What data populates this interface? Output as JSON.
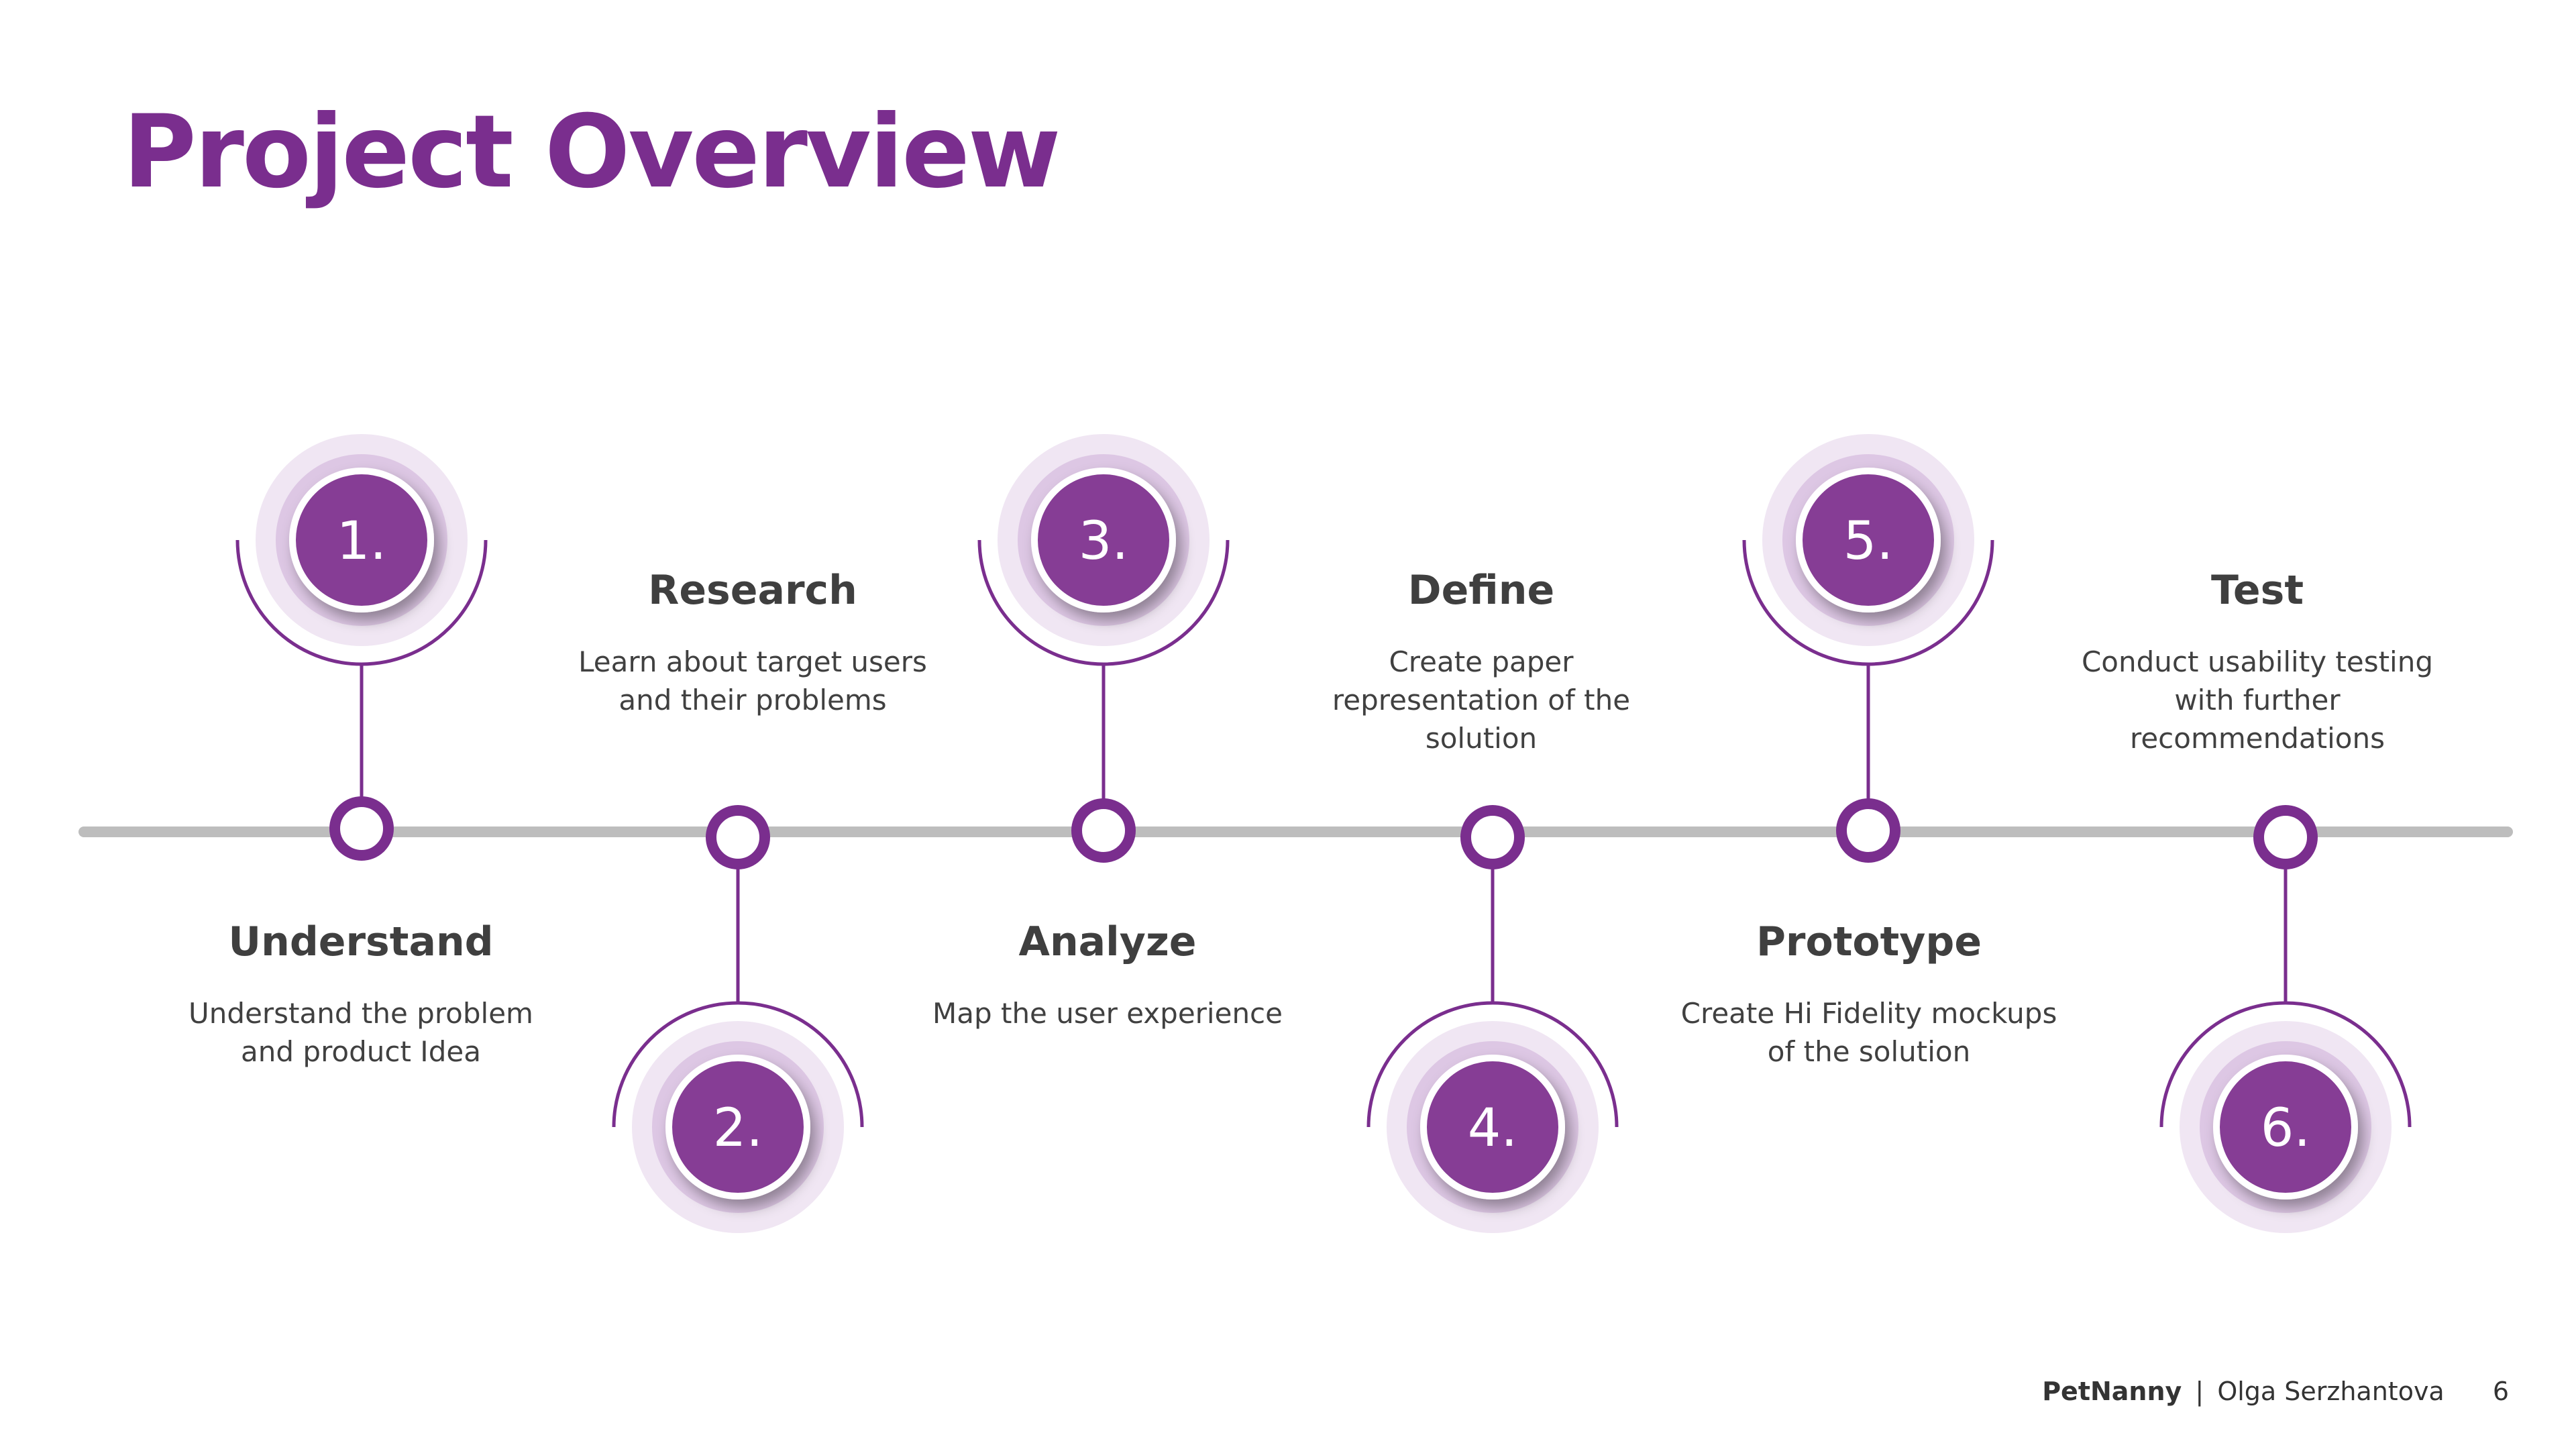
{
  "slide": {
    "title": "Project Overview",
    "footer": {
      "brand": "PetNanny",
      "separator": "|",
      "author": "Olga Serzhantova",
      "page": "6"
    }
  },
  "colors": {
    "accent": "#7a2e8e",
    "circle_fill": "#863d95",
    "halo_outer": "#f0e6f3",
    "halo_inner": "#ddc7e4",
    "timeline": "#bdbdbd"
  },
  "steps": [
    {
      "number": "1.",
      "title": "Understand",
      "description": "Understand the problem\nand product Idea"
    },
    {
      "number": "2.",
      "title": "Research",
      "description": "Learn about target users\nand their problems"
    },
    {
      "number": "3.",
      "title": "Analyze",
      "description": "Map the user experience"
    },
    {
      "number": "4.",
      "title": "Define",
      "description": "Create paper\nrepresentation of the\nsolution"
    },
    {
      "number": "5.",
      "title": "Prototype",
      "description": "Create Hi Fidelity mockups\nof the solution"
    },
    {
      "number": "6.",
      "title": "Test",
      "description": "Conduct usability testing\nwith further\nrecommendations"
    }
  ]
}
